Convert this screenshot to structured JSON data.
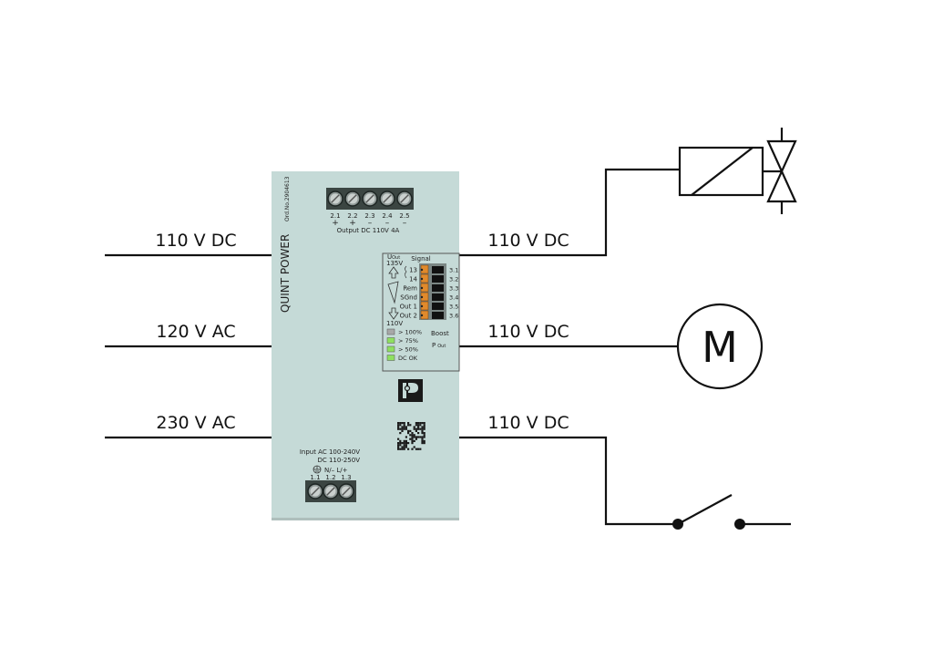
{
  "device": {
    "brand": "QUINT POWER",
    "order_number": "Ord.No.2904613",
    "body_color": "#c5dad7",
    "output": {
      "terminals": [
        "2.1",
        "2.2",
        "2.3",
        "2.4",
        "2.5"
      ],
      "polarities": [
        "+",
        "+",
        "–",
        "–",
        "–"
      ],
      "label": "Output DC 110V 4A"
    },
    "signal_panel": {
      "uout_label": "U",
      "uout_sub": "Out",
      "max_voltage": "135V",
      "min_voltage": "110V",
      "header": "Signal",
      "pins": [
        {
          "name": "13",
          "num": "3.1"
        },
        {
          "name": "14",
          "num": "3.2"
        },
        {
          "name": "Rem",
          "num": "3.3"
        },
        {
          "name": "SGnd",
          "num": "3.4"
        },
        {
          "name": "Out 1",
          "num": "3.5"
        },
        {
          "name": "Out 2",
          "num": "3.6"
        }
      ],
      "leds": [
        {
          "label": "> 100%",
          "color": "#a8a8a8"
        },
        {
          "label": "> 75%",
          "color": "#8ee060"
        },
        {
          "label": "> 50%",
          "color": "#8ee060"
        },
        {
          "label": "DC OK",
          "color": "#8ee060"
        }
      ],
      "boost_label": "Boost",
      "pout_label": "P",
      "pout_sub": "Out"
    },
    "input": {
      "label_line1": "Input AC 100-240V",
      "label_line2": "DC 110-250V",
      "symbols": "N/– L/+",
      "terminals": [
        "1.1",
        "1.2",
        "1.3"
      ]
    }
  },
  "inputs": [
    {
      "label": "110 V DC"
    },
    {
      "label": "120 V AC"
    },
    {
      "label": "230 V AC"
    }
  ],
  "outputs": [
    {
      "label": "110 V DC",
      "load": "solenoid-valve"
    },
    {
      "label": "110 V DC",
      "load": "motor",
      "symbol_text": "M"
    },
    {
      "label": "110 V DC",
      "load": "switch"
    }
  ]
}
